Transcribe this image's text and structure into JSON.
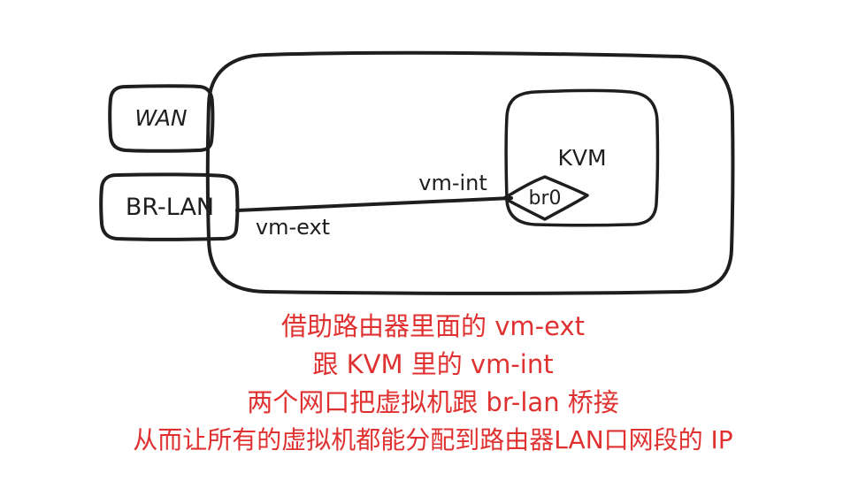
{
  "nodes": {
    "wan": "WAN",
    "br_lan": "BR-LAN",
    "kvm": "KVM",
    "br0": "br0"
  },
  "edges": {
    "vm_ext": "vm-ext",
    "vm_int": "vm-int"
  },
  "caption": {
    "line1": "借助路由器里面的 vm-ext",
    "line2": "跟 KVM 里的 vm-int",
    "line3": "两个网口把虚拟机跟 br-lan 桥接",
    "line4": "从而让所有的虚拟机都能分配到路由器LAN口网段的 IP"
  },
  "colors": {
    "stroke": "#1e1e1e",
    "caption": "#e03131",
    "background": "#ffffff"
  }
}
